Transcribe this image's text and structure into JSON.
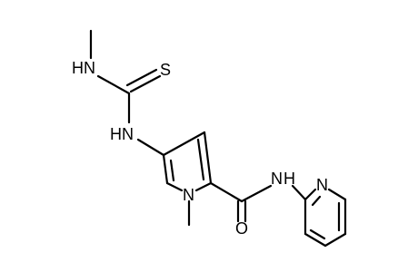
{
  "diagram": {
    "type": "chemical-structure",
    "labels": {
      "nh_methyl": "HN",
      "s": "S",
      "nh_thiourea": "HN",
      "n_pyrrole": "N",
      "n_amide": "N",
      "h_amide": "H",
      "o": "O",
      "n_pyridine": "N"
    }
  }
}
